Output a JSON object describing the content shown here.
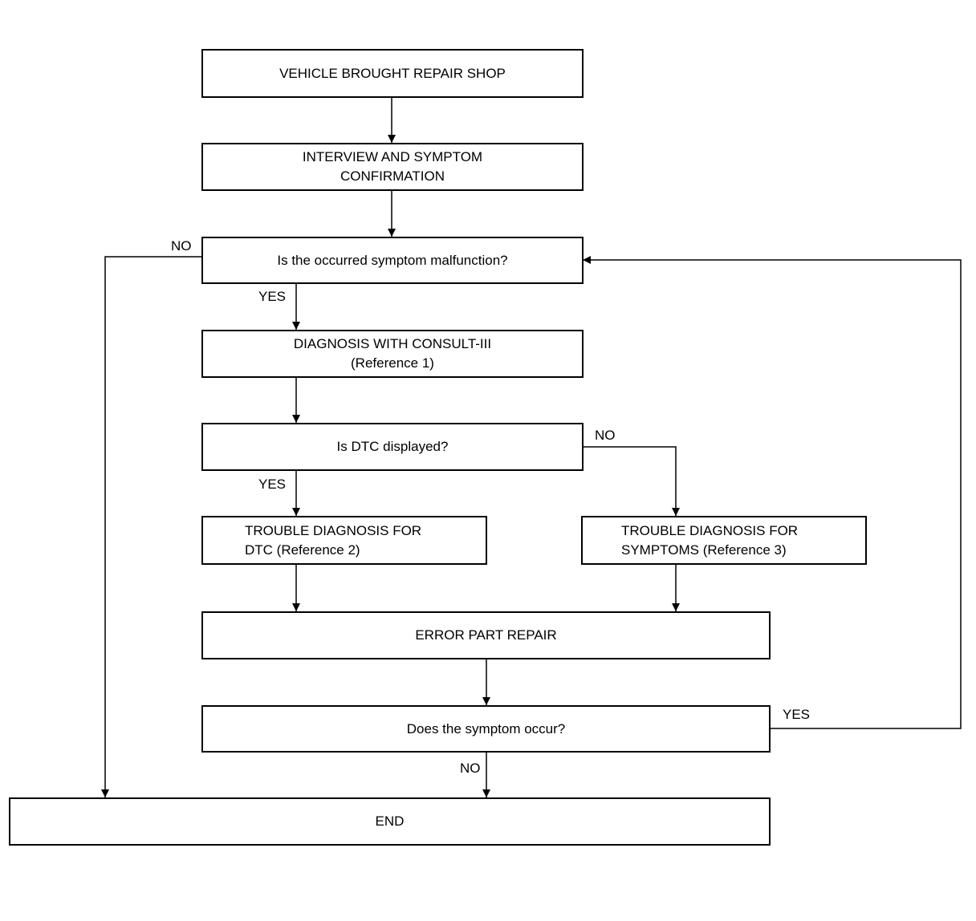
{
  "nodes": {
    "start": {
      "lines": [
        "VEHICLE BROUGHT REPAIR SHOP"
      ]
    },
    "interview": {
      "lines": [
        "INTERVIEW AND SYMPTOM",
        "CONFIRMATION"
      ]
    },
    "q_malfunction": {
      "lines": [
        "Is the occurred symptom malfunction?"
      ]
    },
    "consult": {
      "lines": [
        "DIAGNOSIS WITH CONSULT-III",
        "(Reference 1)"
      ]
    },
    "q_dtc": {
      "lines": [
        "Is DTC displayed?"
      ]
    },
    "dtc_diag": {
      "lines": [
        "TROUBLE DIAGNOSIS FOR",
        "DTC (Reference 2)"
      ]
    },
    "symptom_diag": {
      "lines": [
        "TROUBLE DIAGNOSIS FOR",
        "SYMPTOMS (Reference 3)"
      ]
    },
    "repair": {
      "lines": [
        "ERROR PART REPAIR"
      ]
    },
    "q_occur": {
      "lines": [
        "Does the symptom occur?"
      ]
    },
    "end": {
      "lines": [
        "END"
      ]
    }
  },
  "labels": {
    "malfunction_no": "NO",
    "malfunction_yes": "YES",
    "dtc_no": "NO",
    "dtc_yes": "YES",
    "occur_yes": "YES",
    "occur_no": "NO"
  },
  "colors": {
    "line": "#000000",
    "background": "#ffffff"
  }
}
